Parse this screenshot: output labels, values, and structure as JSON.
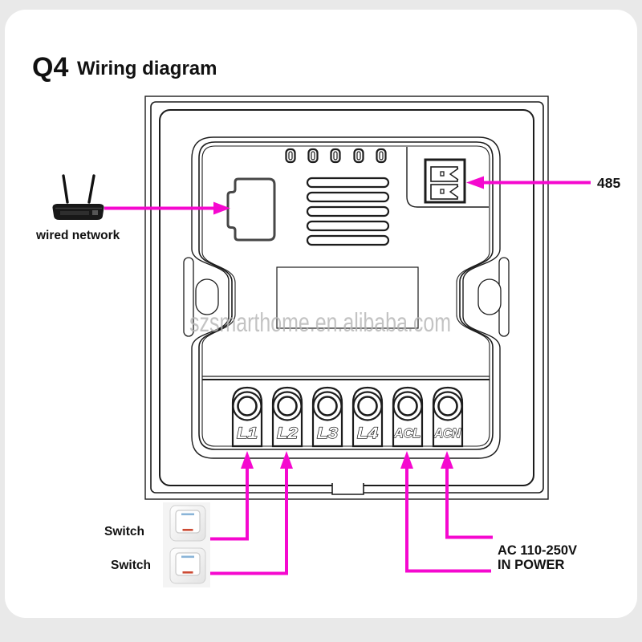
{
  "title": {
    "q": "Q4",
    "text": "Wiring diagram"
  },
  "watermark": "szsmarthome.en.alibaba.com",
  "labels": {
    "wired_network": "wired network",
    "rs485": "485",
    "switch1": "Switch",
    "switch2": "Switch",
    "power_line1": "AC 110-250V",
    "power_line2": "IN POWER"
  },
  "device": {
    "terminals": [
      "L1",
      "L2",
      "L3",
      "L4",
      "ACL",
      "ACN"
    ]
  },
  "colors": {
    "accent": "#f508cf",
    "line": "#1c1c1c",
    "watermark": "#b5b5b5",
    "switch_blue": "#8ab4d8",
    "switch_red": "#cc4a33"
  }
}
